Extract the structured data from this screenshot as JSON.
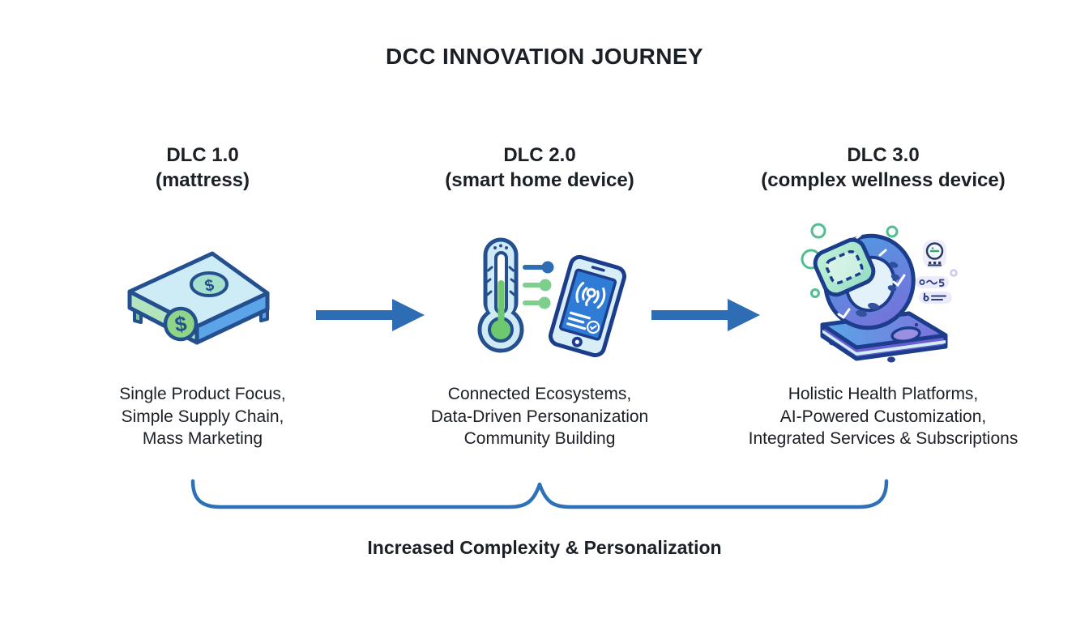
{
  "title": "DCC INNOVATION JOURNEY",
  "stages": [
    {
      "name": "DLC 1.0",
      "subtitle": "(mattress)",
      "icon": "mattress-dollar-icon",
      "description_lines": [
        "Single Product Focus,",
        "Simple Supply Chain,",
        "Mass Marketing"
      ]
    },
    {
      "name": "DLC 2.0",
      "subtitle": "(smart home device)",
      "icon": "thermometer-smartphone-icon",
      "description_lines": [
        "Connected Ecosystems,",
        "Data-Driven Personanization",
        "Community Building"
      ]
    },
    {
      "name": "DLC 3.0",
      "subtitle": "(complex wellness device)",
      "icon": "smartwatch-dock-icon",
      "description_lines": [
        "Holistic Health Platforms,",
        "AI-Powered Customization,",
        "Integrated Services & Subscriptions"
      ]
    }
  ],
  "footer": {
    "label": "Increased Complexity & Personalization"
  },
  "icons": {
    "dollar_symbol": "$"
  },
  "colors": {
    "text": "#1b1f26",
    "arrow_blue": "#2e6db4",
    "brace_blue": "#2d72b8",
    "outline_navy": "#24508f",
    "light_cyan": "#cfeaf5",
    "green": "#6ec86e",
    "screen_blue": "#2e7cd6",
    "purple": "#7a6cd4"
  }
}
